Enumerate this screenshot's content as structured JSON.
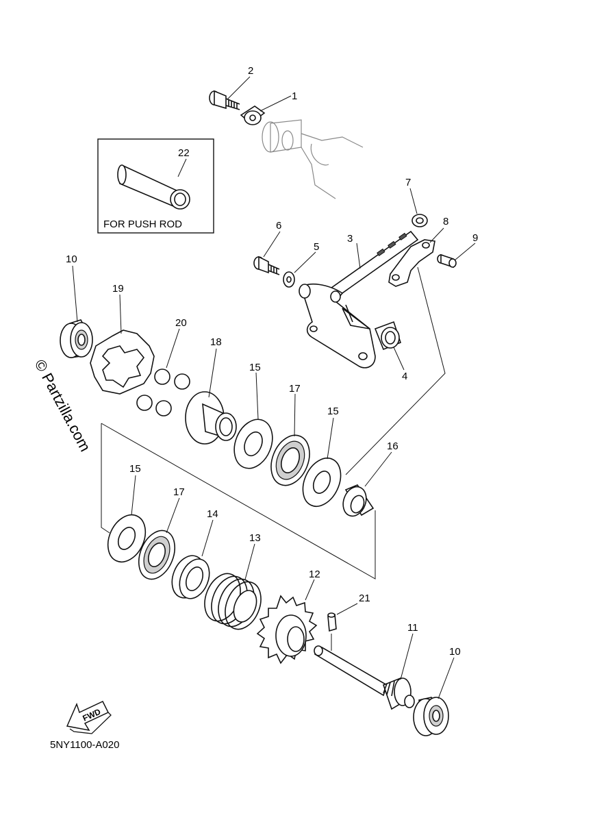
{
  "callouts": {
    "n1": "1",
    "n2": "2",
    "n3": "3",
    "n4": "4",
    "n5": "5",
    "n6": "6",
    "n7": "7",
    "n8": "8",
    "n9": "9",
    "n10a": "10",
    "n10b": "10",
    "n11": "11",
    "n12": "12",
    "n13": "13",
    "n14": "14",
    "n15a": "15",
    "n15b": "15",
    "n15c": "15",
    "n16": "16",
    "n17a": "17",
    "n17b": "17",
    "n18": "18",
    "n19": "19",
    "n20": "20",
    "n21": "21",
    "n22": "22"
  },
  "inset": {
    "label": "FOR PUSH ROD"
  },
  "watermark": "© Partzilla.com",
  "fwd_label": "FWD",
  "diagram_code": "5NY1100-A020"
}
